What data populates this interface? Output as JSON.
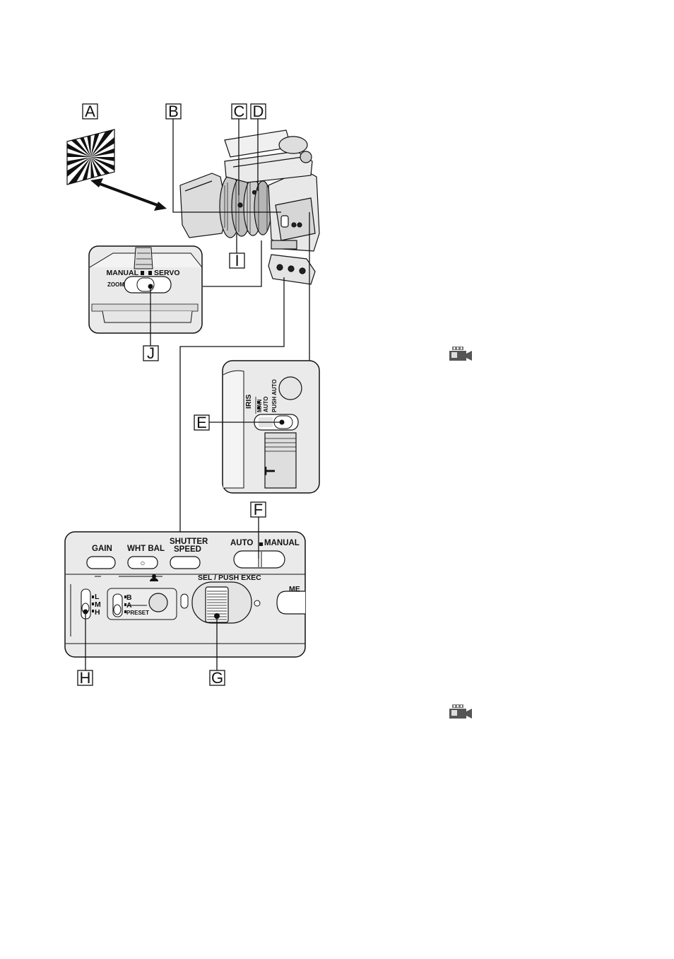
{
  "callouts": {
    "a": "A",
    "b": "B",
    "c": "C",
    "d": "D",
    "e": "E",
    "f": "F",
    "g": "G",
    "h": "H",
    "i": "I",
    "j": "J"
  },
  "zoom_inset": {
    "manual": "MANUAL",
    "servo": "SERVO",
    "zoom": "ZOOM"
  },
  "iris_inset": {
    "iris": "IRIS",
    "man": "MAN",
    "auto": "AUTO",
    "push_auto": "PUSH AUTO",
    "tele": "T"
  },
  "control_panel": {
    "gain": "GAIN",
    "wht_bal": "WHT BAL",
    "wht_bal_mark": "○",
    "shutter": "SHUTTER",
    "speed": "SPEED",
    "auto": "AUTO",
    "manual": "MANUAL",
    "sel_push_exec": "SEL / PUSH EXEC",
    "menu_partial": "ME",
    "l": "L",
    "m": "M",
    "h": "H",
    "b": "B",
    "a": "A",
    "preset": "PRESET"
  },
  "icons": [
    "camcorder-icon",
    "camcorder-icon"
  ]
}
